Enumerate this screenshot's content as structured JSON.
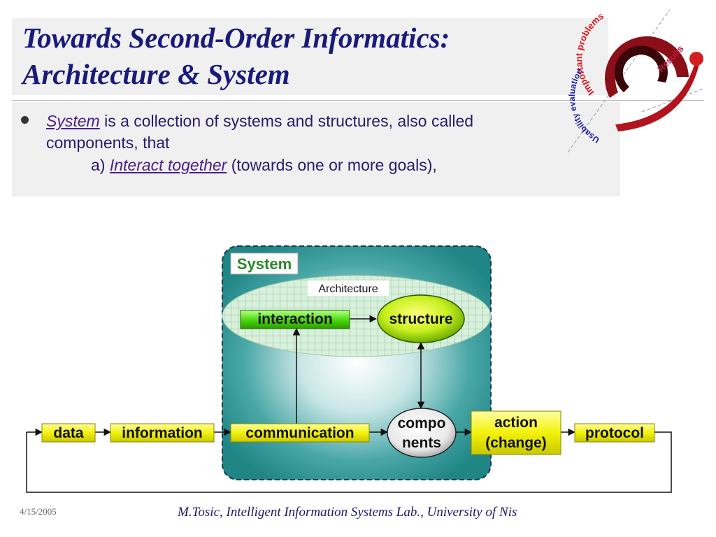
{
  "title": {
    "line1": "Towards Second-Order Informatics:",
    "line2": "Architecture & System"
  },
  "bullet": {
    "term": "System",
    "text_line1": " is a collection of systems and structures, also called",
    "text_line2": "components, that",
    "sub_marker": "a) ",
    "sub_term": "Interact together",
    "sub_text": " (towards one or more goals),"
  },
  "diagram": {
    "system_label": "System",
    "architecture_label": "Architecture",
    "nodes": {
      "interaction": "interaction",
      "structure": "structure",
      "data": "data",
      "information": "information",
      "communication": "communication",
      "components_line1": "compo",
      "components_line2": "nents",
      "action_line1": "action",
      "action_line2": "(change)",
      "protocol": "protocol"
    }
  },
  "logo": {
    "text_important_problems": "Important problems",
    "text_usability_evaluation": "Usability evaluation",
    "text_results": "Results"
  },
  "footer": {
    "date": "4/15/2005",
    "credit": "M.Tosic, Intelligent Information Systems Lab., University of Nis"
  }
}
